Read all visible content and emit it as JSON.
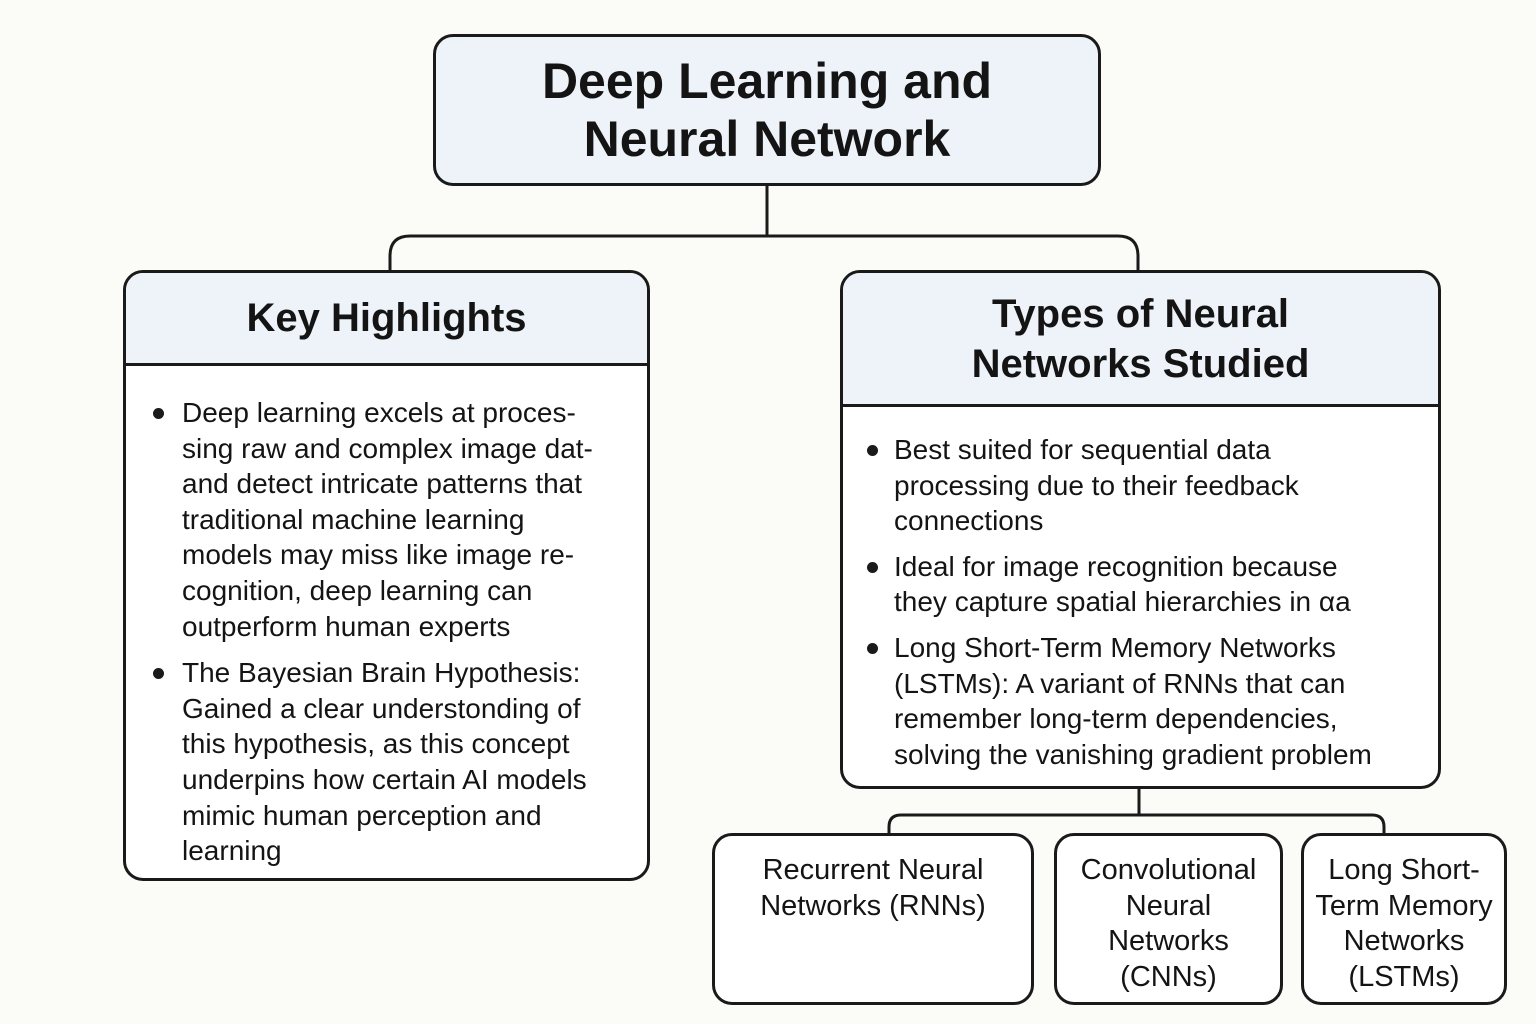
{
  "title": "Deep Learning and\nNeural Network",
  "key_highlights": {
    "heading": "Key Highlights",
    "items": [
      "Deep learning excels at proces-\nsing raw and complex image dat-\nand detect intricate patterns that\ntraditional machine learning\nmodels may miss like image re-\ncognition, deep learning can\noutperform human experts",
      "The Bayesian Brain Hypothesis:\nGained a clear understonding of\nthis hypothesis, as this concept\nunderpins how certain AI models\nmimic human perception and\nlearning"
    ]
  },
  "types_panel": {
    "heading": "Types of Neural\nNetworks Studied",
    "items": [
      "Best suited for sequential data\nprocessing due to their feedback\nconnections",
      "Ideal for image recognition because\nthey capture spatial hierarchies in αa",
      "Long Short-Term Memory Networks\n(LSTMs): A variant of RNNs that can\nremember long-term dependencies,\nsolving the vanishing gradient problem"
    ]
  },
  "network_types": [
    {
      "label": "Recurrent Neural\nNetworks (RNNs)"
    },
    {
      "label": "Convolutional\nNeural\nNetworks\n(CNNs)"
    },
    {
      "label": "Long Short-\nTerm Memory\nNetworks\n(LSTMs)"
    }
  ]
}
